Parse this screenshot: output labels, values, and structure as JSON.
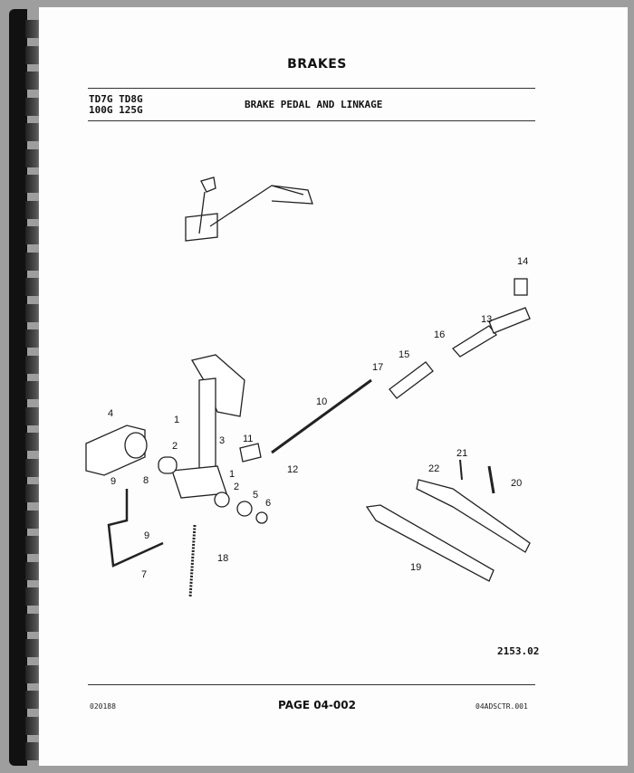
{
  "header": {
    "section_title": "BRAKES",
    "models_line1": "TD7G TD8G",
    "models_line2": "100G 125G",
    "subtitle": "BRAKE PEDAL AND LINKAGE"
  },
  "diagram": {
    "drawing_number": "2153.02",
    "callouts": [
      "14",
      "13",
      "16",
      "15",
      "17",
      "10",
      "4",
      "1",
      "3",
      "11",
      "2",
      "12",
      "9",
      "8",
      "1",
      "2",
      "5",
      "6",
      "21",
      "22",
      "20",
      "18",
      "9",
      "7",
      "19"
    ]
  },
  "footer": {
    "date_code": "020188",
    "page_label": "PAGE 04-002",
    "file_code": "04ADSCTR.001"
  }
}
